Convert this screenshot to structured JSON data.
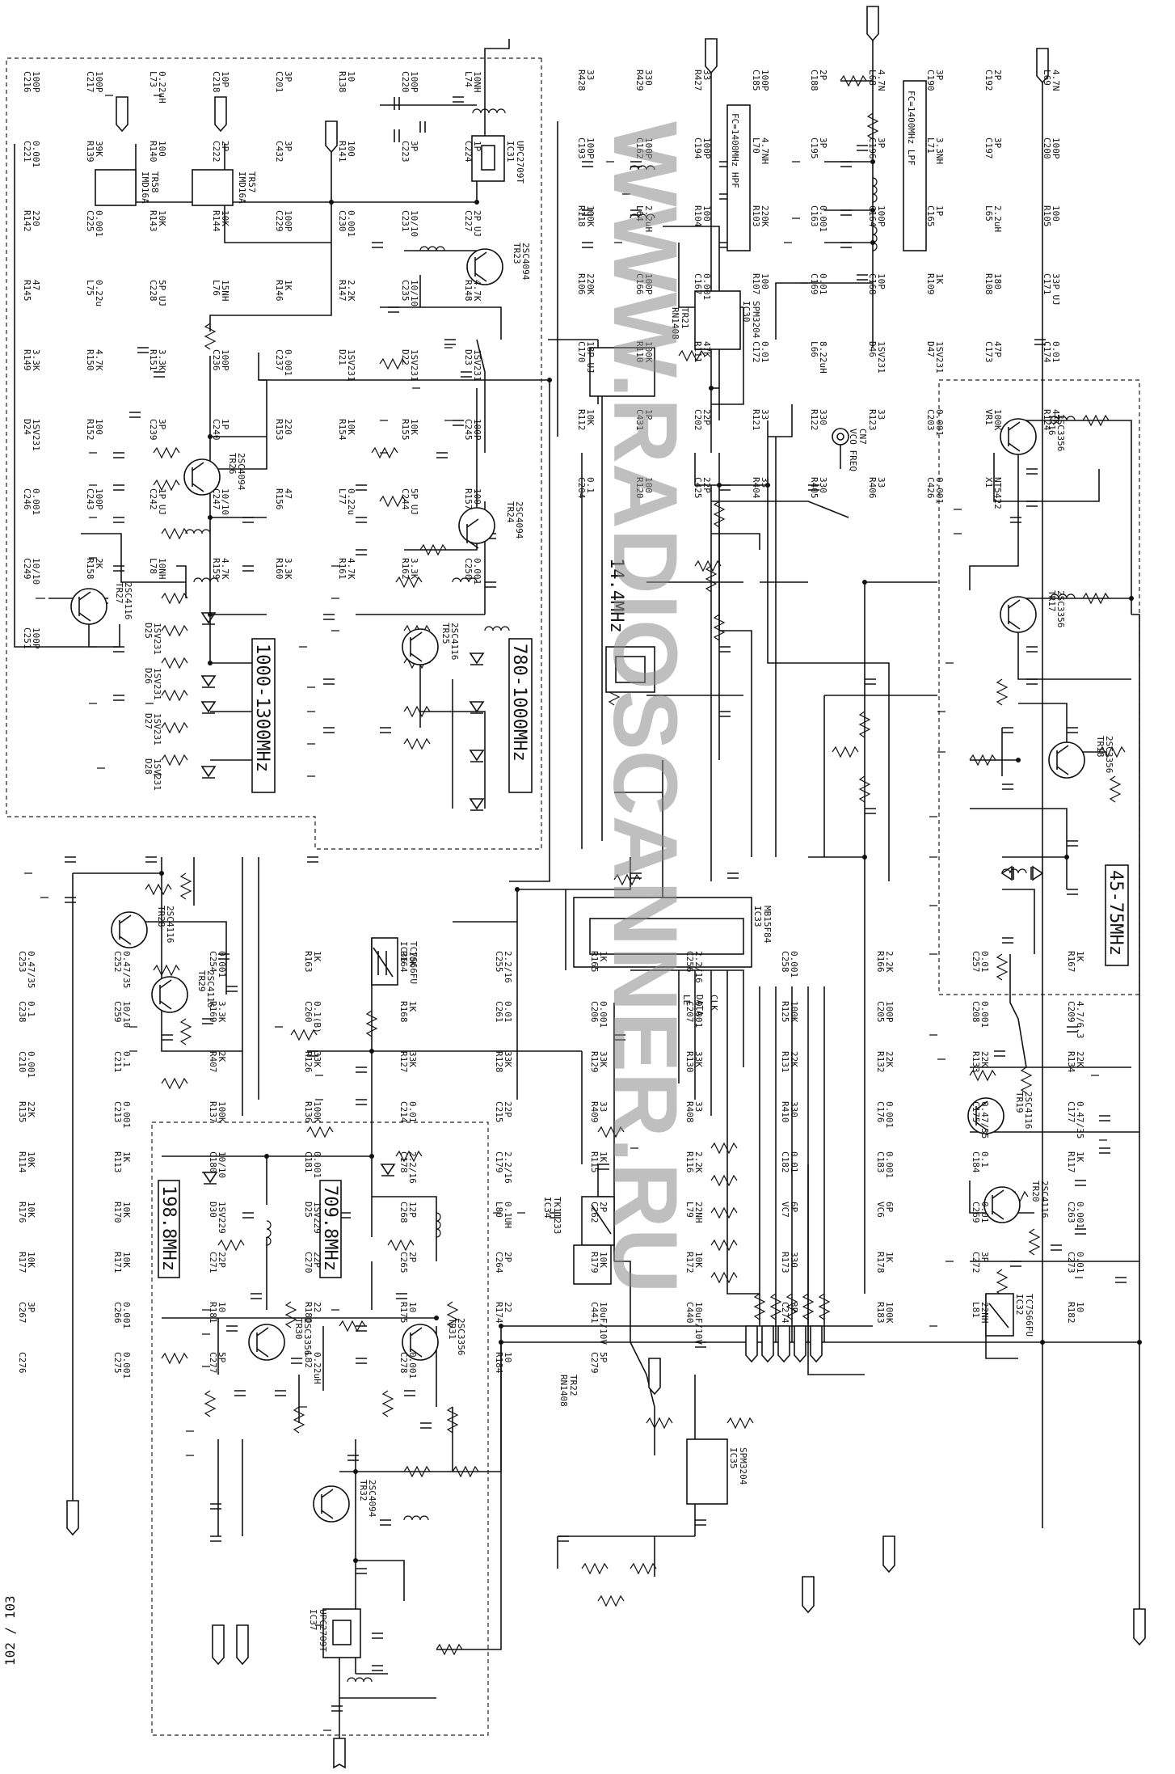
{
  "watermark": "WWW.RADIOSCANNER.RU",
  "page_number": "102 / 103",
  "blocks": {
    "band_1000_1300": "1000-1300MHz",
    "band_780_1000": "780-1000MHz",
    "band_45_75": "45-75MHz",
    "osc_709": "709.8MHz",
    "osc_198": "198.8MHz",
    "freq_14": "14.4MHz"
  },
  "filters": {
    "hpf": "FC=1400MHz HPF",
    "lpf": "FC=1400MHz LPF"
  },
  "connector": {
    "name": "CN7",
    "label": "VCO FREQ"
  },
  "pll_pins": [
    "CLK",
    "DATA",
    "LE"
  ],
  "ics": [
    {
      "ref": "IC31",
      "part": "UPC2709T"
    },
    {
      "ref": "IC30",
      "part": "SPM3204"
    },
    {
      "ref": "IC33",
      "part": "MB15F84"
    },
    {
      "ref": "IC36",
      "part": "TC7S66FU"
    },
    {
      "ref": "IC34",
      "part": "TK11233"
    },
    {
      "ref": "IC35",
      "part": "SPM3204"
    },
    {
      "ref": "IC32",
      "part": "TC7S66FU"
    },
    {
      "ref": "IC37",
      "part": "UPC2709T"
    }
  ],
  "transistors": [
    {
      "ref": "TR23",
      "part": "2SC4094"
    },
    {
      "ref": "TR24",
      "part": "2SC4094"
    },
    {
      "ref": "TR25",
      "part": "2SC4116"
    },
    {
      "ref": "TR26",
      "part": "2SC4094"
    },
    {
      "ref": "TR27",
      "part": "2SC4116"
    },
    {
      "ref": "TR28",
      "part": "2SC4116"
    },
    {
      "ref": "TR29",
      "part": "2SC4116"
    },
    {
      "ref": "TR16",
      "part": "2SC3356"
    },
    {
      "ref": "TR17",
      "part": "2SC3356"
    },
    {
      "ref": "TR18",
      "part": "2SC3356"
    },
    {
      "ref": "TR19",
      "part": "2SC4116"
    },
    {
      "ref": "TR20",
      "part": "2SC4116"
    },
    {
      "ref": "TR30",
      "part": "2SC3356"
    },
    {
      "ref": "TR31",
      "part": "2SC3356"
    },
    {
      "ref": "TR32",
      "part": "2SC4094"
    }
  ],
  "switches": [
    {
      "ref": "TR21",
      "part": "RN1408"
    },
    {
      "ref": "TR22",
      "part": "RN1408"
    },
    {
      "ref": "TR57",
      "part": "IMD16A"
    },
    {
      "ref": "TR58",
      "part": "IMD16A"
    }
  ],
  "components_top": [
    {
      "ref": "C216",
      "value": "100P"
    },
    {
      "ref": "C217",
      "value": "100P"
    },
    {
      "ref": "L73",
      "value": "0.22uH"
    },
    {
      "ref": "C218",
      "value": "10P"
    },
    {
      "ref": "C201",
      "value": "3P"
    },
    {
      "ref": "R138",
      "value": "10"
    },
    {
      "ref": "C220",
      "value": "100P"
    },
    {
      "ref": "L74",
      "value": "10NH"
    },
    {
      "ref": "C221",
      "value": "0.001"
    },
    {
      "ref": "R139",
      "value": "39K"
    },
    {
      "ref": "R140",
      "value": "100"
    },
    {
      "ref": "C222",
      "value": "2P"
    },
    {
      "ref": "C432",
      "value": "3P"
    },
    {
      "ref": "R141",
      "value": "100"
    },
    {
      "ref": "C223",
      "value": "3P"
    },
    {
      "ref": "C224",
      "value": "1P"
    },
    {
      "ref": "R142",
      "value": "220"
    },
    {
      "ref": "C225",
      "value": "0.001"
    },
    {
      "ref": "R143",
      "value": "10K"
    },
    {
      "ref": "R144",
      "value": "10K"
    },
    {
      "ref": "C229",
      "value": "100P"
    },
    {
      "ref": "C230",
      "value": "0.001"
    },
    {
      "ref": "C231",
      "value": "10/10"
    },
    {
      "ref": "C227",
      "value": "2P UJ"
    },
    {
      "ref": "R145",
      "value": "47"
    },
    {
      "ref": "L75",
      "value": "0.22u"
    },
    {
      "ref": "C228",
      "value": "5P UJ"
    },
    {
      "ref": "L76",
      "value": "15NH"
    },
    {
      "ref": "R146",
      "value": "1K"
    },
    {
      "ref": "R147",
      "value": "2.2K"
    },
    {
      "ref": "C235",
      "value": "10/10"
    },
    {
      "ref": "R148",
      "value": "4.7K"
    },
    {
      "ref": "R149",
      "value": "3.3K"
    },
    {
      "ref": "R150",
      "value": "4.7K"
    },
    {
      "ref": "R151",
      "value": "3.3K"
    },
    {
      "ref": "C236",
      "value": "100P"
    },
    {
      "ref": "C237",
      "value": "0.001"
    },
    {
      "ref": "D21",
      "value": "1SV231"
    },
    {
      "ref": "D22",
      "value": "1SV231"
    },
    {
      "ref": "D23",
      "value": "1SV231"
    },
    {
      "ref": "D24",
      "value": "1SV231"
    },
    {
      "ref": "R152",
      "value": "100"
    },
    {
      "ref": "C239",
      "value": "3P"
    },
    {
      "ref": "C240",
      "value": "1P"
    },
    {
      "ref": "R153",
      "value": "220"
    },
    {
      "ref": "R154",
      "value": "10K"
    },
    {
      "ref": "R155",
      "value": "10K"
    },
    {
      "ref": "C245",
      "value": "100P"
    },
    {
      "ref": "C246",
      "value": "0.001"
    },
    {
      "ref": "C243",
      "value": "100P"
    },
    {
      "ref": "C242",
      "value": "1P UJ"
    },
    {
      "ref": "C247",
      "value": "10/10"
    },
    {
      "ref": "R156",
      "value": "47"
    },
    {
      "ref": "L77",
      "value": "0.22u"
    },
    {
      "ref": "C244",
      "value": "5P UJ"
    },
    {
      "ref": "R157",
      "value": "100"
    },
    {
      "ref": "C249",
      "value": "10/10"
    },
    {
      "ref": "R158",
      "value": "2K"
    },
    {
      "ref": "L78",
      "value": "10NH"
    },
    {
      "ref": "R159",
      "value": "4.7K"
    },
    {
      "ref": "R160",
      "value": "3.3K"
    },
    {
      "ref": "R161",
      "value": "4.7K"
    },
    {
      "ref": "R162",
      "value": "3.3K"
    },
    {
      "ref": "C250",
      "value": "0.001"
    },
    {
      "ref": "C251",
      "value": "100P"
    }
  ],
  "components_right": [
    {
      "ref": "R428",
      "value": "33"
    },
    {
      "ref": "R429",
      "value": "330"
    },
    {
      "ref": "R427",
      "value": "33"
    },
    {
      "ref": "C185",
      "value": "100P"
    },
    {
      "ref": "C188",
      "value": "2P"
    },
    {
      "ref": "L68",
      "value": "4.7N"
    },
    {
      "ref": "C190",
      "value": "3P"
    },
    {
      "ref": "C192",
      "value": "2P"
    },
    {
      "ref": "L69",
      "value": "4.7N"
    },
    {
      "ref": "C193",
      "value": "100P"
    },
    {
      "ref": "C162",
      "value": "100P"
    },
    {
      "ref": "C194",
      "value": "100P"
    },
    {
      "ref": "L70",
      "value": "4.7NH"
    },
    {
      "ref": "C195",
      "value": "3P"
    },
    {
      "ref": "C196",
      "value": "3P"
    },
    {
      "ref": "L71",
      "value": "3.3NH"
    },
    {
      "ref": "C197",
      "value": "3P"
    },
    {
      "ref": "C200",
      "value": "100P"
    },
    {
      "ref": "R118",
      "value": "100K"
    },
    {
      "ref": "L64",
      "value": "2.2uH"
    },
    {
      "ref": "R104",
      "value": "100"
    },
    {
      "ref": "R103",
      "value": "220K"
    },
    {
      "ref": "C163",
      "value": "0.001"
    },
    {
      "ref": "C164",
      "value": "100P"
    },
    {
      "ref": "C165",
      "value": "1P"
    },
    {
      "ref": "L65",
      "value": "2.2uH"
    },
    {
      "ref": "R105",
      "value": "100"
    },
    {
      "ref": "R106",
      "value": "220K"
    },
    {
      "ref": "C166",
      "value": "100P"
    },
    {
      "ref": "C167",
      "value": "0.001"
    },
    {
      "ref": "R107",
      "value": "100"
    },
    {
      "ref": "C169",
      "value": "0.01"
    },
    {
      "ref": "C168",
      "value": "10P"
    },
    {
      "ref": "R109",
      "value": "1K"
    },
    {
      "ref": "R108",
      "value": "180"
    },
    {
      "ref": "C171",
      "value": "33P UJ"
    },
    {
      "ref": "C170",
      "value": "18P UJ"
    },
    {
      "ref": "R110",
      "value": "100K"
    },
    {
      "ref": "R111",
      "value": "47K"
    },
    {
      "ref": "C172",
      "value": "0.01"
    },
    {
      "ref": "L66",
      "value": "8.22uH"
    },
    {
      "ref": "D46",
      "value": "1SV231"
    },
    {
      "ref": "D47",
      "value": "1SV231"
    },
    {
      "ref": "C173",
      "value": "47P"
    },
    {
      "ref": "C174",
      "value": "0.01"
    },
    {
      "ref": "R112",
      "value": "10K"
    },
    {
      "ref": "C431",
      "value": "1P"
    },
    {
      "ref": "C202",
      "value": "22P"
    },
    {
      "ref": "R121",
      "value": "33"
    },
    {
      "ref": "R122",
      "value": "330"
    },
    {
      "ref": "R123",
      "value": "33"
    },
    {
      "ref": "C203",
      "value": "0.001"
    },
    {
      "ref": "VR1",
      "value": "100K"
    },
    {
      "ref": "R124",
      "value": "47K"
    },
    {
      "ref": "C204",
      "value": "0.1"
    },
    {
      "ref": "R120",
      "value": "100"
    },
    {
      "ref": "C425",
      "value": "22P"
    },
    {
      "ref": "R404",
      "value": "33"
    },
    {
      "ref": "R405",
      "value": "330"
    },
    {
      "ref": "R406",
      "value": "33"
    },
    {
      "ref": "C426",
      "value": "0.001"
    },
    {
      "ref": "X1",
      "value": "NT5422"
    }
  ],
  "components_bottom": [
    {
      "ref": "C253",
      "value": "0.47/35"
    },
    {
      "ref": "C252",
      "value": "0.47/35"
    },
    {
      "ref": "C254",
      "value": "0.001"
    },
    {
      "ref": "R163",
      "value": "1K"
    },
    {
      "ref": "R164",
      "value": "10K"
    },
    {
      "ref": "C255",
      "value": "2.2/16"
    },
    {
      "ref": "R165",
      "value": "1K"
    },
    {
      "ref": "C256",
      "value": "2.2/16"
    },
    {
      "ref": "C258",
      "value": "0.001"
    },
    {
      "ref": "R166",
      "value": "2.2K"
    },
    {
      "ref": "C257",
      "value": "0.01"
    },
    {
      "ref": "R167",
      "value": "1K"
    },
    {
      "ref": "C238",
      "value": "0.1"
    },
    {
      "ref": "C259",
      "value": "10/10"
    },
    {
      "ref": "R169",
      "value": "3.3K"
    },
    {
      "ref": "C260",
      "value": "0.1(B)"
    },
    {
      "ref": "R168",
      "value": "1K"
    },
    {
      "ref": "C261",
      "value": "0.01"
    },
    {
      "ref": "C206",
      "value": "0.001"
    },
    {
      "ref": "C207",
      "value": "0.001"
    },
    {
      "ref": "R125",
      "value": "100K"
    },
    {
      "ref": "C205",
      "value": "100P"
    },
    {
      "ref": "C208",
      "value": "0.001"
    },
    {
      "ref": "C209",
      "value": "4.7/6.3"
    },
    {
      "ref": "C210",
      "value": "0.001"
    },
    {
      "ref": "C211",
      "value": "0.1"
    },
    {
      "ref": "R407",
      "value": "2K"
    },
    {
      "ref": "R126",
      "value": "33K"
    },
    {
      "ref": "R127",
      "value": "33K"
    },
    {
      "ref": "R128",
      "value": "33K"
    },
    {
      "ref": "R129",
      "value": "33K"
    },
    {
      "ref": "R130",
      "value": "33K"
    },
    {
      "ref": "R131",
      "value": "22K"
    },
    {
      "ref": "R132",
      "value": "22K"
    },
    {
      "ref": "R133",
      "value": "22K"
    },
    {
      "ref": "R134",
      "value": "22K"
    },
    {
      "ref": "R135",
      "value": "22K"
    },
    {
      "ref": "C213",
      "value": "0.001"
    },
    {
      "ref": "R137",
      "value": "100K"
    },
    {
      "ref": "R136",
      "value": "100K"
    },
    {
      "ref": "C214",
      "value": "0.01"
    },
    {
      "ref": "C215",
      "value": "22P"
    },
    {
      "ref": "R409",
      "value": "33"
    },
    {
      "ref": "R408",
      "value": "33"
    },
    {
      "ref": "R410",
      "value": "330"
    },
    {
      "ref": "C176",
      "value": "0.001"
    },
    {
      "ref": "C175",
      "value": "0.47/35"
    },
    {
      "ref": "C177",
      "value": "0.47/35"
    },
    {
      "ref": "R114",
      "value": "10K"
    },
    {
      "ref": "R113",
      "value": "1K"
    },
    {
      "ref": "C180",
      "value": "10/10"
    },
    {
      "ref": "C181",
      "value": "0.001"
    },
    {
      "ref": "C178",
      "value": "2.2/16"
    },
    {
      "ref": "C179",
      "value": "2.2/16"
    },
    {
      "ref": "R115",
      "value": "1K"
    },
    {
      "ref": "R116",
      "value": "2.2K"
    },
    {
      "ref": "C182",
      "value": "0.01"
    },
    {
      "ref": "C183",
      "value": "0.001"
    },
    {
      "ref": "C184",
      "value": "0.1"
    },
    {
      "ref": "R117",
      "value": "1K"
    },
    {
      "ref": "R176",
      "value": "10K"
    },
    {
      "ref": "R170",
      "value": "10K"
    },
    {
      "ref": "D30",
      "value": "1SV229"
    },
    {
      "ref": "D25",
      "value": "1SV229"
    },
    {
      "ref": "C268",
      "value": "12P"
    },
    {
      "ref": "L80",
      "value": "0.1UH"
    },
    {
      "ref": "C262",
      "value": "2P"
    },
    {
      "ref": "L79",
      "value": "22NH"
    },
    {
      "ref": "VC7",
      "value": "6P"
    },
    {
      "ref": "VC6",
      "value": "6P"
    },
    {
      "ref": "C269",
      "value": "0.01"
    },
    {
      "ref": "C263",
      "value": "0.001"
    },
    {
      "ref": "R177",
      "value": "10K"
    },
    {
      "ref": "R171",
      "value": "10K"
    },
    {
      "ref": "C271",
      "value": "22P"
    },
    {
      "ref": "C270",
      "value": "22P"
    },
    {
      "ref": "C265",
      "value": "2P"
    },
    {
      "ref": "C264",
      "value": "2P"
    },
    {
      "ref": "R179",
      "value": "10K"
    },
    {
      "ref": "R172",
      "value": "10K"
    },
    {
      "ref": "R173",
      "value": "330"
    },
    {
      "ref": "R178",
      "value": "1K"
    },
    {
      "ref": "C272",
      "value": "3P"
    },
    {
      "ref": "C273",
      "value": "0.01"
    },
    {
      "ref": "C267",
      "value": "3P"
    },
    {
      "ref": "C266",
      "value": "0.001"
    },
    {
      "ref": "R181",
      "value": "10"
    },
    {
      "ref": "R180",
      "value": "22"
    },
    {
      "ref": "R175",
      "value": "10"
    },
    {
      "ref": "R174",
      "value": "22"
    },
    {
      "ref": "C441",
      "value": "10uF/10V"
    },
    {
      "ref": "C440",
      "value": "10uF/10V"
    },
    {
      "ref": "C274",
      "value": "3P"
    },
    {
      "ref": "R183",
      "value": "100K"
    },
    {
      "ref": "L81",
      "value": "22NH"
    },
    {
      "ref": "R182",
      "value": "10"
    },
    {
      "ref": "C276",
      "value": ""
    },
    {
      "ref": "C275",
      "value": "0.001"
    },
    {
      "ref": "C277",
      "value": "5P"
    },
    {
      "ref": "L82",
      "value": "0.22uH"
    },
    {
      "ref": "C278",
      "value": "0.001"
    },
    {
      "ref": "R184",
      "value": "10"
    },
    {
      "ref": "C279",
      "value": "5P"
    }
  ],
  "diodes_1000": [
    {
      "ref": "D25",
      "value": "1SV231"
    },
    {
      "ref": "D26",
      "value": "1SV231"
    },
    {
      "ref": "D27",
      "value": "1SV231"
    },
    {
      "ref": "D28",
      "value": "1SV231"
    }
  ]
}
